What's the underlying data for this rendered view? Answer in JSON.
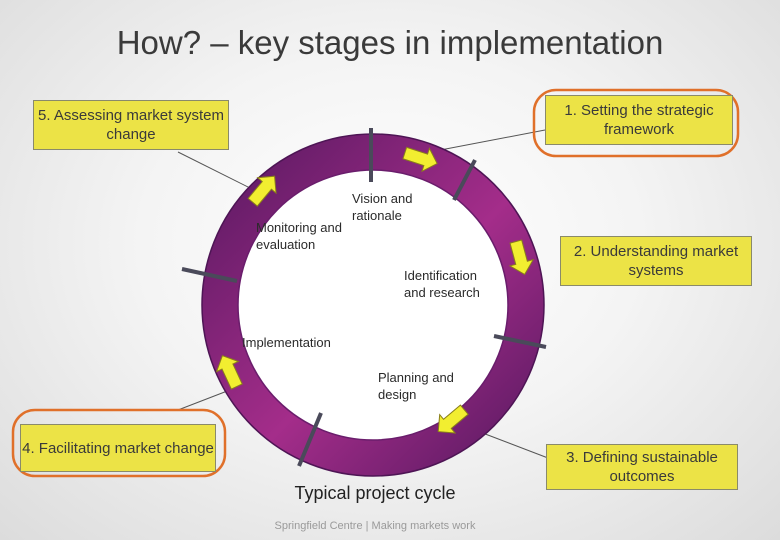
{
  "title": "How? – key stages in implementation",
  "boxes": {
    "box1": "1. Setting the strategic framework",
    "box2": "2. Understanding market systems",
    "box3": "3. Defining sustainable outcomes",
    "box4": "4. Facilitating market change",
    "box5": "5. Assessing market system change"
  },
  "cycle_stages": {
    "vision": "Vision and rationale",
    "identification": "Identification and research",
    "planning": "Planning and design",
    "implementation": "Implementation",
    "monitoring": "Monitoring and evaluation"
  },
  "cycle_caption": "Typical project cycle",
  "footer": "Springfield Centre | Making markets work",
  "colors": {
    "ring_outer": "#5c1a63",
    "ring_inner": "#c0369a",
    "box_fill": "#ece346",
    "highlight_circle": "#e0702a",
    "arrow_fill": "#f2ee30"
  },
  "highlighted_boxes": [
    "box1",
    "box4"
  ]
}
